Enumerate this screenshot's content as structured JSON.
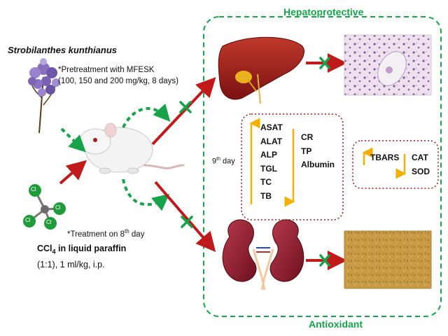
{
  "titles": {
    "hepatoprotective": "Hepatoprotective",
    "antioxidant": "Antioxidant"
  },
  "plant": {
    "name": "Strobilanthes kunthianus"
  },
  "pretreatment": {
    "line1": "*Pretreatment with MFESK",
    "line2": "(100, 150 and 200 mg/kg, 8 days)"
  },
  "treatment": {
    "prefix": "*Treatment on 8",
    "sup": "th",
    "suffix": " day"
  },
  "ccl4": {
    "name": "CCl",
    "sub": "4",
    "rest": " in liquid paraffin",
    "dose": "(1:1), 1 ml/kg, i.p."
  },
  "molecule": {
    "atom_labels": [
      "Cl",
      "Cl",
      "Cl",
      "Cl"
    ]
  },
  "day_label": {
    "number": "9",
    "sup": "th",
    "word": " day"
  },
  "liver_markers": {
    "increased": [
      "ASAT",
      "ALAT",
      "ALP",
      "TGL",
      "TC",
      "TB"
    ],
    "decreased": [
      "CR",
      "TP",
      "Albumin"
    ]
  },
  "oxidative_markers": {
    "increased": [
      "TBARS"
    ],
    "decreased": [
      "CAT",
      "SOD"
    ]
  },
  "colors": {
    "green": "#16a34a",
    "red_arrow": "#c01a1a",
    "box_border": "#a01818",
    "up_down_arrow": "#f2b000"
  },
  "icons": {
    "blocked": "green-x-icon",
    "up": "up-arrow-icon",
    "down": "down-arrow-icon"
  }
}
